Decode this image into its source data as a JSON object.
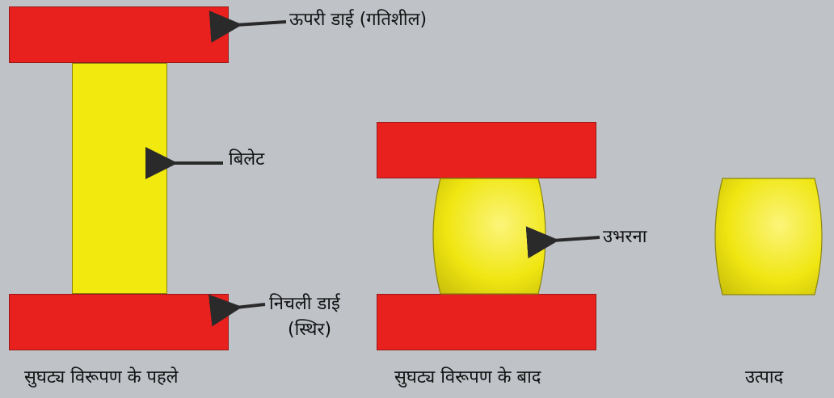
{
  "labels": {
    "upper_die": "ऊपरी डाई (गतिशील)",
    "billet": "बिलेट",
    "lower_die_line1": "निचली डाई",
    "lower_die_line2": "(स्थिर)",
    "bulging": "उभरना"
  },
  "captions": {
    "before": "सुघट्य विरूपण के पहले",
    "after": "सुघट्य विरूपण के बाद",
    "product": "उत्पाद"
  },
  "colors": {
    "die": "#e8201e",
    "billet": "#f2e90e",
    "background": "#bfc3c8",
    "arrow": "#2a2a2a"
  }
}
